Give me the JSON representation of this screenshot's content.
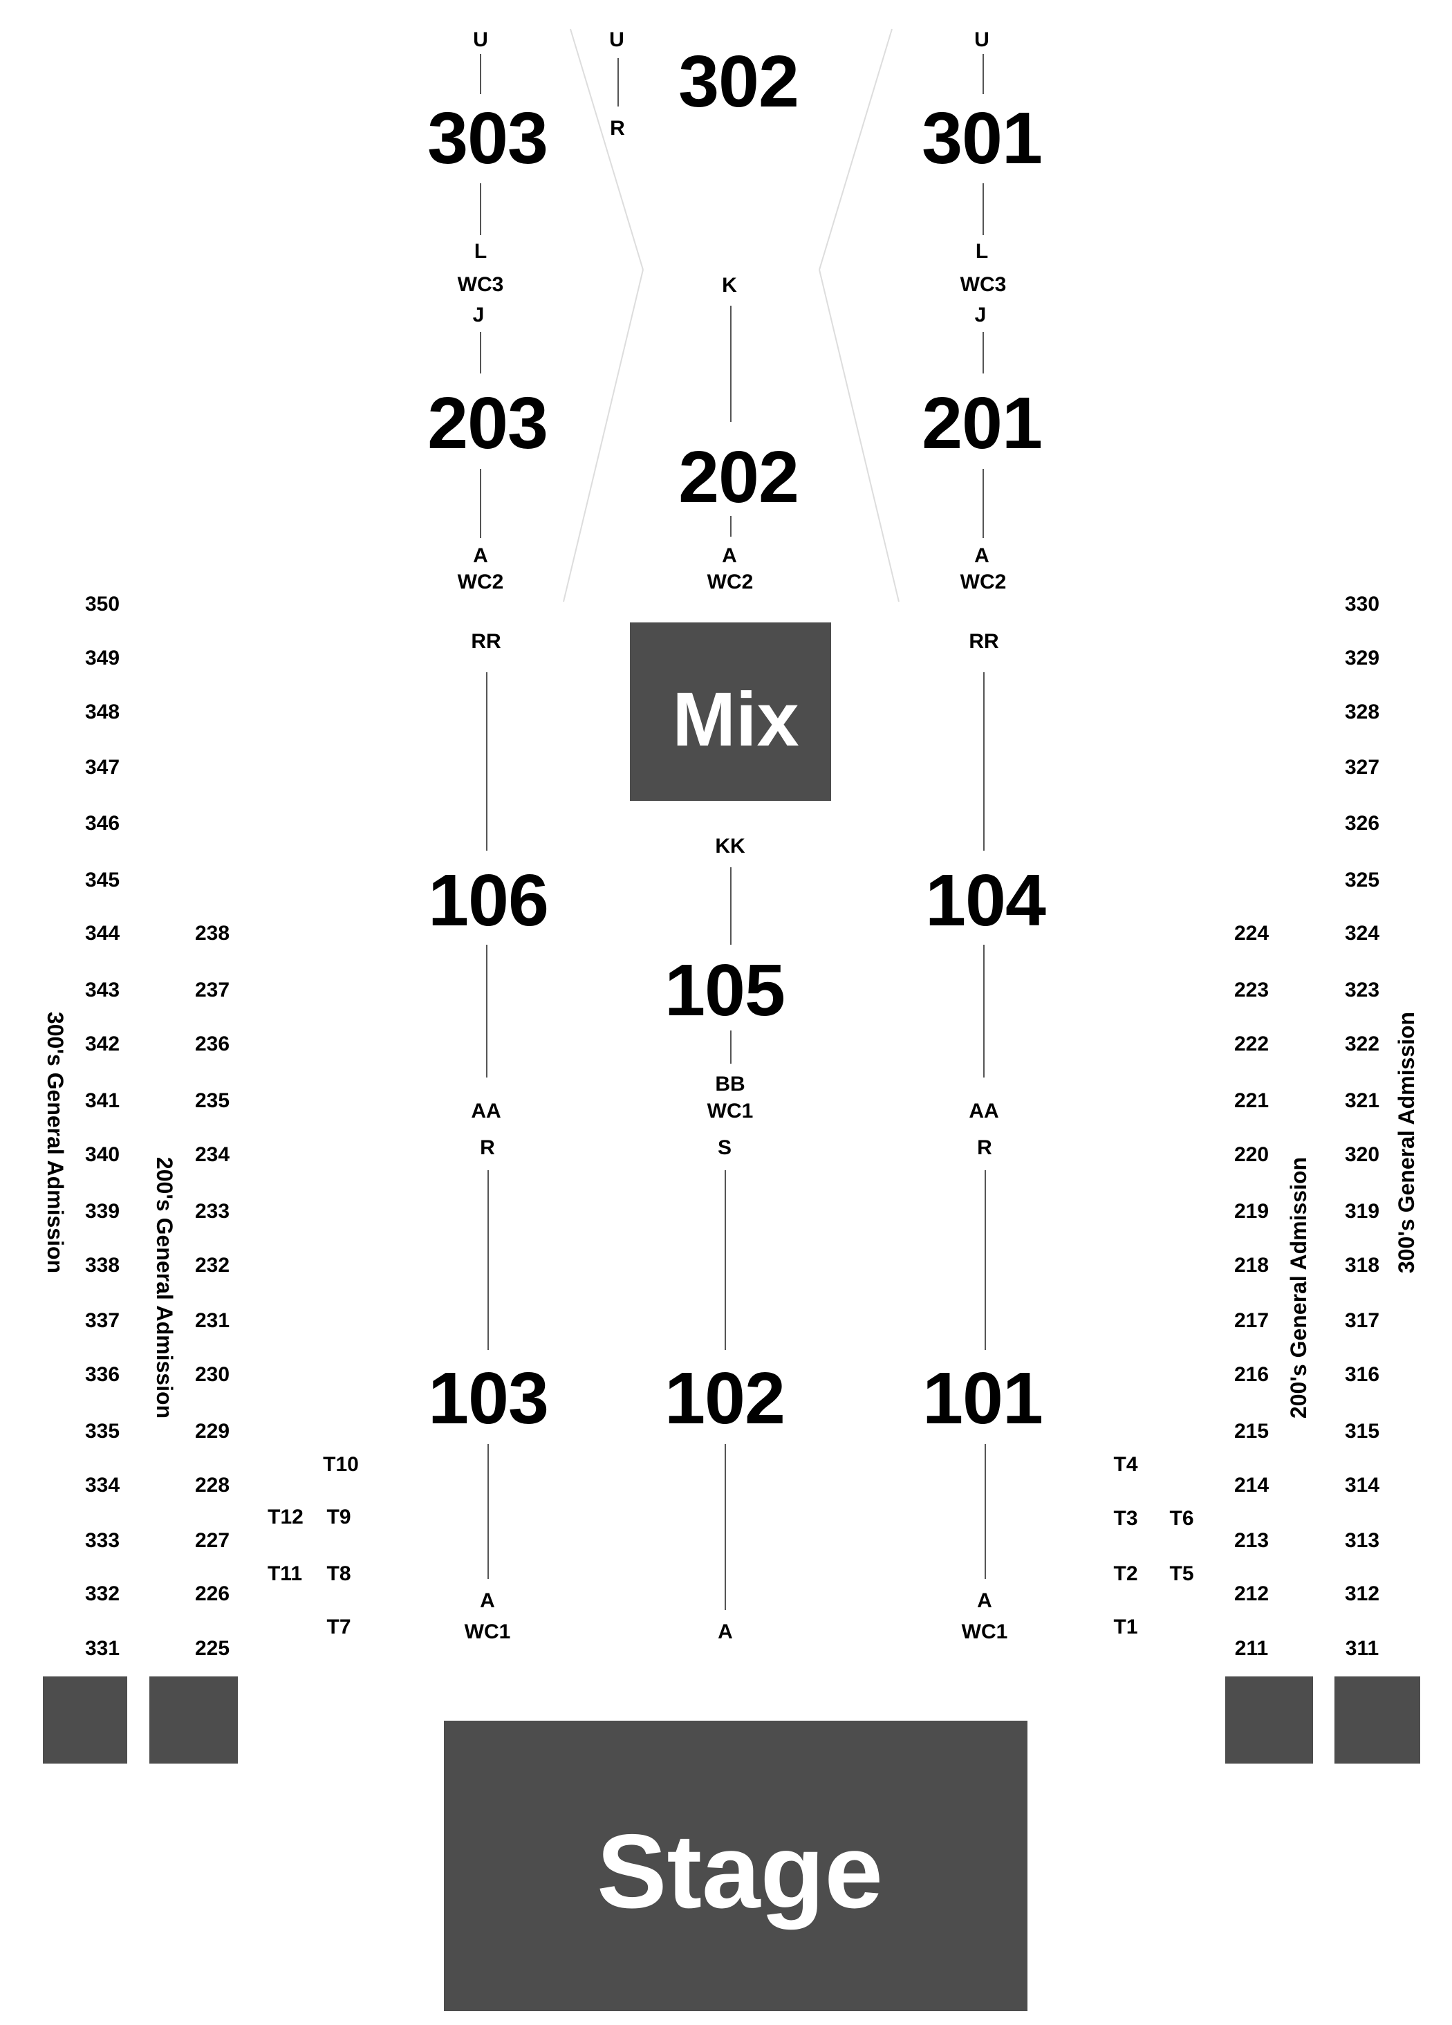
{
  "sections": {
    "s302": "302",
    "s303": "303",
    "s301": "301",
    "s203": "203",
    "s202": "202",
    "s201": "201",
    "s106": "106",
    "s105": "105",
    "s104": "104",
    "s103": "103",
    "s102": "102",
    "s101": "101"
  },
  "rows": {
    "u_left": "U",
    "u_mid": "U",
    "u_right": "U",
    "r_top_mid": "R",
    "l_left": "L",
    "l_right": "L",
    "wc3_left": "WC3",
    "wc3_right": "WC3",
    "k_mid": "K",
    "j_left": "J",
    "j_right": "J",
    "a2_left": "A",
    "a2_mid": "A",
    "a2_right": "A",
    "wc2_left": "WC2",
    "wc2_mid": "WC2",
    "wc2_right": "WC2",
    "rr_left": "RR",
    "rr_right": "RR",
    "kk_mid": "KK",
    "aa_left": "AA",
    "aa_right": "AA",
    "bb_mid": "BB",
    "wc1_mid_top": "WC1",
    "r_left": "R",
    "s_mid": "S",
    "r_right": "R",
    "a1_left": "A",
    "a1_right": "A",
    "wc1_left": "WC1",
    "a_mid_bottom": "A",
    "wc1_right": "WC1"
  },
  "tables": {
    "t10": "T10",
    "t12": "T12",
    "t9": "T9",
    "t11": "T11",
    "t8": "T8",
    "t7": "T7",
    "t4": "T4",
    "t3": "T3",
    "t6": "T6",
    "t2": "T2",
    "t5": "T5",
    "t1": "T1"
  },
  "ga_left_300": [
    "350",
    "349",
    "348",
    "347",
    "346",
    "345",
    "344",
    "343",
    "342",
    "341",
    "340",
    "339",
    "338",
    "337",
    "336",
    "335",
    "334",
    "333",
    "332",
    "331"
  ],
  "ga_left_200": [
    "238",
    "237",
    "236",
    "235",
    "234",
    "233",
    "232",
    "231",
    "230",
    "229",
    "228",
    "227",
    "226",
    "225"
  ],
  "ga_right_200": [
    "224",
    "223",
    "222",
    "221",
    "220",
    "219",
    "218",
    "217",
    "216",
    "215",
    "214",
    "213",
    "212",
    "211"
  ],
  "ga_right_300": [
    "330",
    "329",
    "328",
    "327",
    "326",
    "325",
    "324",
    "323",
    "322",
    "321",
    "320",
    "319",
    "318",
    "317",
    "316",
    "315",
    "314",
    "313",
    "312",
    "311"
  ],
  "ga_labels": {
    "left_300": "300's General Admission",
    "left_200": "200's General Admission",
    "right_200": "200's General Admission",
    "right_300": "300's General Admission"
  },
  "mix_label": "Mix",
  "stage_label": "Stage",
  "colors": {
    "box": "#4d4d4d",
    "line": "#555555",
    "text": "#000000"
  }
}
